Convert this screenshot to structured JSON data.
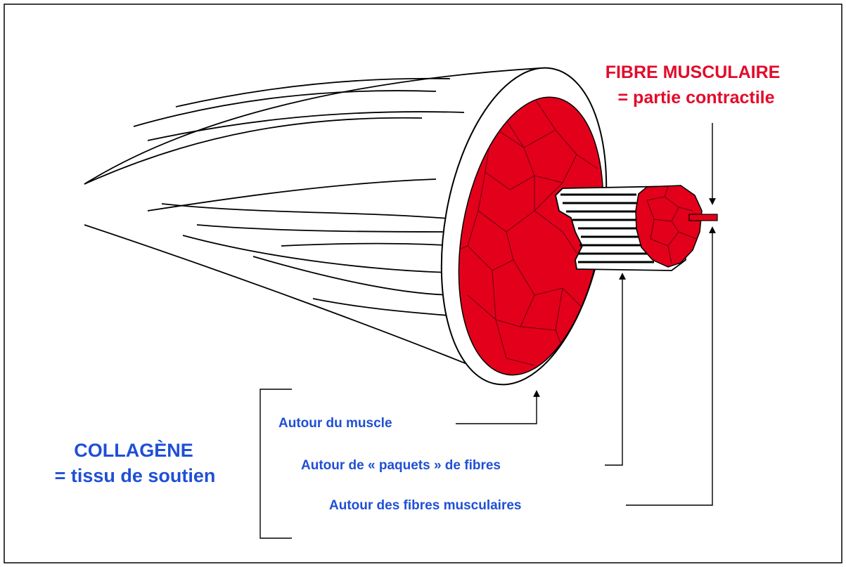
{
  "colors": {
    "muscle_red": "#e3001b",
    "fibre_label": "#e30b2b",
    "collagen_label": "#1f4fd6",
    "outline": "#000000"
  },
  "labels": {
    "fibre_title": "FIBRE MUSCULAIRE",
    "fibre_subtitle": "= partie contractile",
    "collagen_title": "COLLAGÈNE",
    "collagen_subtitle": "= tissu de soutien",
    "around_muscle": "Autour du muscle",
    "around_bundles": "Autour de « paquets » de fibres",
    "around_fibres": "Autour des fibres musculaires"
  },
  "icons": [
    "muscle-body-illustration",
    "fascicle-cylinder",
    "muscle-fibre-strand",
    "brace-bracket",
    "arrow-up",
    "arrow-down"
  ]
}
